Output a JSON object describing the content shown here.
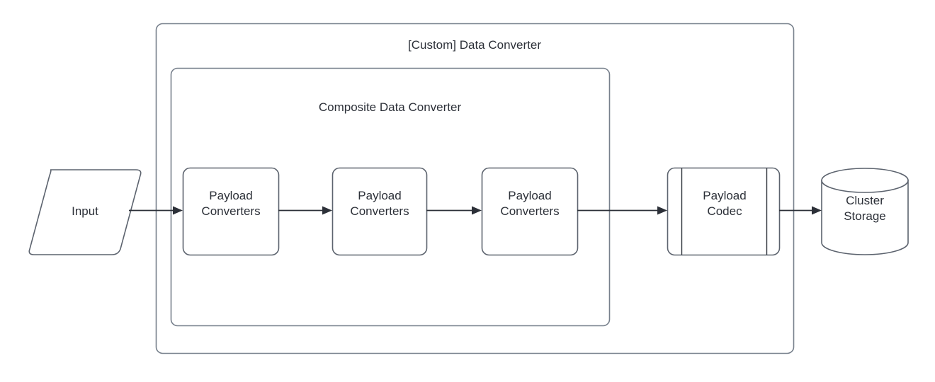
{
  "diagram": {
    "type": "flow-diagram",
    "background_color": "#ffffff",
    "stroke_color": "#77808c",
    "text_color": "#2c3038",
    "arrow_color": "#2c3038",
    "containers": [
      {
        "id": "custom-data-converter",
        "label": "[Custom] Data Converter",
        "shape": "rounded-rectangle",
        "label_position": "top-center"
      },
      {
        "id": "composite-data-converter",
        "label": "Composite Data Converter",
        "shape": "rounded-rectangle",
        "label_position": "top-center"
      }
    ],
    "nodes": [
      {
        "id": "input",
        "label": "Input",
        "shape": "parallelogram"
      },
      {
        "id": "payload-converters-1",
        "label": "Payload\nConverters",
        "shape": "rounded-rectangle"
      },
      {
        "id": "payload-converters-2",
        "label": "Payload\nConverters",
        "shape": "rounded-rectangle"
      },
      {
        "id": "payload-converters-3",
        "label": "Payload\nConverters",
        "shape": "rounded-rectangle"
      },
      {
        "id": "payload-codec",
        "label": "Payload\nCodec",
        "shape": "process"
      },
      {
        "id": "cluster-storage",
        "label": "Cluster\nStorage",
        "shape": "cylinder"
      }
    ],
    "edges": [
      {
        "from": "input",
        "to": "payload-converters-1",
        "arrow": "single"
      },
      {
        "from": "payload-converters-1",
        "to": "payload-converters-2",
        "arrow": "single"
      },
      {
        "from": "payload-converters-2",
        "to": "payload-converters-3",
        "arrow": "single"
      },
      {
        "from": "payload-converters-3",
        "to": "payload-codec",
        "arrow": "single"
      },
      {
        "from": "payload-codec",
        "to": "cluster-storage",
        "arrow": "single"
      }
    ]
  }
}
